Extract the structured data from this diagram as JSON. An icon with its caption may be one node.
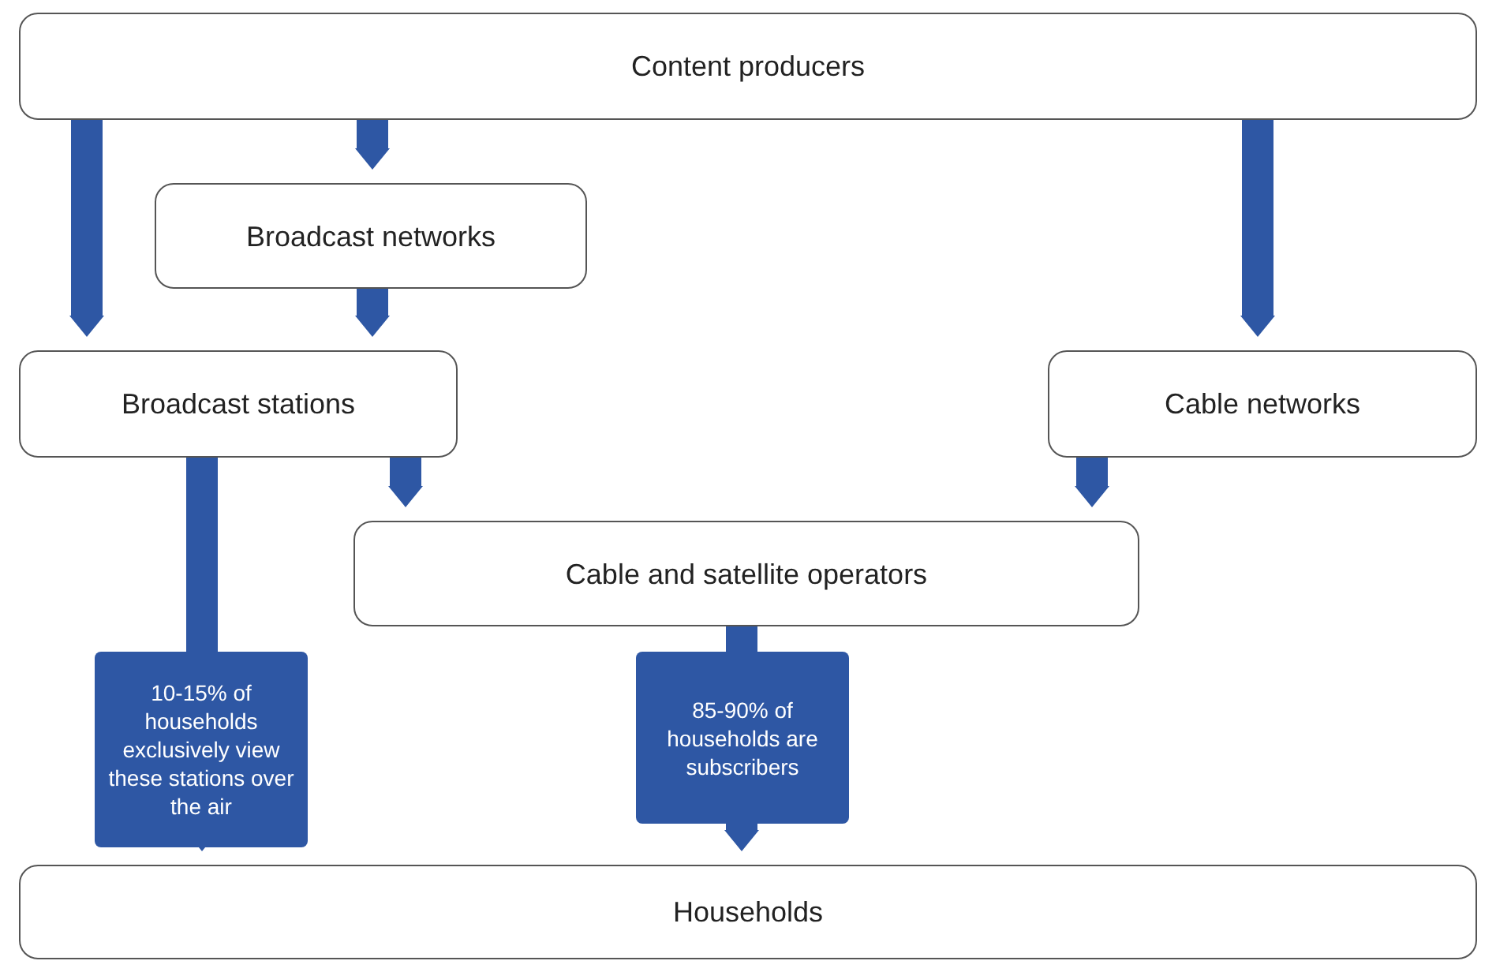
{
  "diagram": {
    "nodes": [
      {
        "text": [
          "Content producers"
        ]
      },
      {
        "text": [
          "Broadcast networks"
        ]
      },
      {
        "text": [
          "Broadcast stations"
        ]
      },
      {
        "text": [
          "Cable networks"
        ]
      },
      {
        "text": [
          "Cable and satellite operators"
        ]
      },
      {
        "text": [
          "Households"
        ]
      }
    ],
    "edges": [
      {
        "from": 0,
        "to": 2,
        "arrow": "to"
      },
      {
        "from": 0,
        "to": 1,
        "arrow": "to"
      },
      {
        "from": 0,
        "to": 3,
        "arrow": "to"
      },
      {
        "from": 1,
        "to": 2,
        "arrow": "to"
      },
      {
        "from": 2,
        "to": 4,
        "arrow": "to"
      },
      {
        "from": 3,
        "to": 4,
        "arrow": "to"
      },
      {
        "from": 2,
        "to": 5,
        "arrow": "to",
        "label": "10-15% of households exclusively view these stations over the air"
      },
      {
        "from": 4,
        "to": 5,
        "arrow": "to",
        "label": "85-90% of households are subscribers"
      }
    ]
  }
}
